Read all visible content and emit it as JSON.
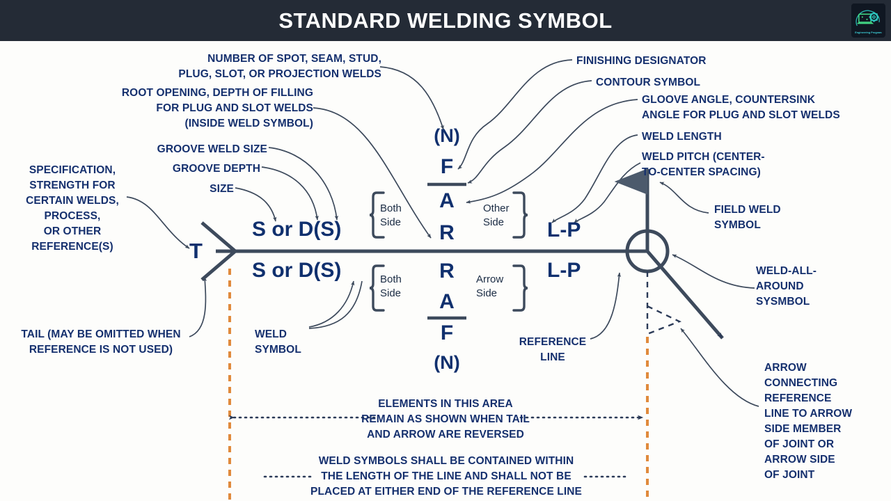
{
  "header": {
    "title": "STANDARD WELDING SYMBOL",
    "logo": {
      "name": "engineering-program-logo",
      "caption": "Engineering Program",
      "accent": "#3fd7e0",
      "background": "#101722"
    },
    "background": "#242b36",
    "title_color": "#ffffff"
  },
  "colors": {
    "label_text": "#15306e",
    "glyph_text": "#10306e",
    "line": "#3d4a5c",
    "leader": "#3d4a5c",
    "orange_dash": "#e08a3c",
    "side_text": "#1b2c44",
    "page_background": "#fdfdfb"
  },
  "labels": {
    "number_of_spot": "NUMBER OF SPOT, SEAM, STUD,\nPLUG, SLOT, OR PROJECTION WELDS",
    "root_opening": "ROOT OPENING, DEPTH OF FILLING\nFOR PLUG AND SLOT WELDS\n(INSIDE WELD SYMBOL)",
    "groove_weld_size": "GROOVE WELD SIZE",
    "groove_depth": "GROOVE DEPTH",
    "size": "SIZE",
    "specification": "SPECIFICATION,\nSTRENGTH FOR\nCERTAIN WELDS,\nPROCESS,\nOR OTHER\nREFERENCE(S)",
    "tail": "TAIL (MAY BE OMITTED WHEN\nREFERENCE IS NOT USED)",
    "weld_symbol": "WELD\nSYMBOL",
    "reference_line": "REFERENCE\nLINE",
    "finishing_designator": "FINISHING DESIGNATOR",
    "contour_symbol": "CONTOUR SYMBOL",
    "groove_angle": "GLOOVE ANGLE, COUNTERSINK\nANGLE FOR PLUG AND SLOT WELDS",
    "weld_length": "WELD LENGTH",
    "weld_pitch": "WELD PITCH (CENTER-\nTO-CENTER SPACING)",
    "field_weld": "FIELD WELD\nSYMBOL",
    "weld_all_around": "WELD-ALL-\nAROUND\nSYSMBOL",
    "arrow_connecting": "ARROW\nCONNECTING\nREFERENCE\nLINE TO ARROW\nSIDE MEMBER\nOF JOINT OR\nARROW SIDE\nOF JOINT",
    "note_elements": "ELEMENTS IN THIS AREA\nREMAIN AS SHOWN WHEN TAIL\nAND ARROW ARE REVERSED",
    "note_weld_symbols": "WELD SYMBOLS SHALL BE CONTAINED WITHIN\nTHE LENGTH OF THE LINE AND SHALL NOT BE\nPLACED AT EITHER END OF THE REFERENCE LINE"
  },
  "symbol": {
    "tail_letter": "T",
    "size_above": "S or D(S)",
    "size_below": "S or D(S)",
    "stack_above": [
      "(N)",
      "F",
      "A",
      "R"
    ],
    "stack_below": [
      "R",
      "A",
      "F",
      "(N)"
    ],
    "pitch_above": "L-P",
    "pitch_below": "L-P",
    "side_both_above": "Both\nSide",
    "side_other": "Other\nSide",
    "side_both_below": "Both\nSide",
    "side_arrow": "Arrow\nSide"
  }
}
